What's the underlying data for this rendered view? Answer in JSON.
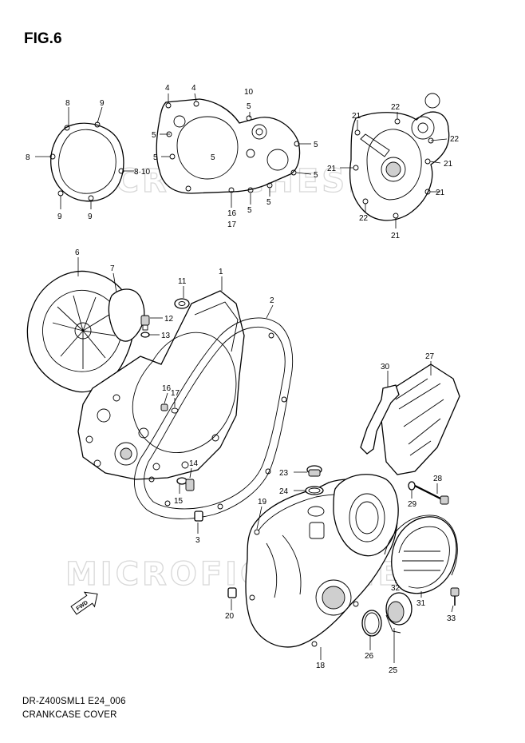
{
  "figure": {
    "title": "FIG.6",
    "code": "DR-Z400SML1 E24_006",
    "name": "CRANKCASE COVER"
  },
  "watermark": "MICROFICHESNET",
  "direction_badge": "FWD",
  "callouts": [
    "8",
    "9",
    "8",
    "8·10",
    "9",
    "9",
    "4",
    "4",
    "10",
    "5",
    "5",
    "5",
    "5",
    "5",
    "5",
    "5",
    "5",
    "16",
    "17",
    "21",
    "22",
    "22",
    "21",
    "21",
    "21",
    "22",
    "21",
    "6",
    "7",
    "1",
    "11",
    "12",
    "13",
    "2",
    "16",
    "17",
    "14",
    "15",
    "3",
    "27",
    "30",
    "28",
    "29",
    "23",
    "24",
    "19",
    "20",
    "18",
    "26",
    "25",
    "32",
    "31",
    "33"
  ]
}
